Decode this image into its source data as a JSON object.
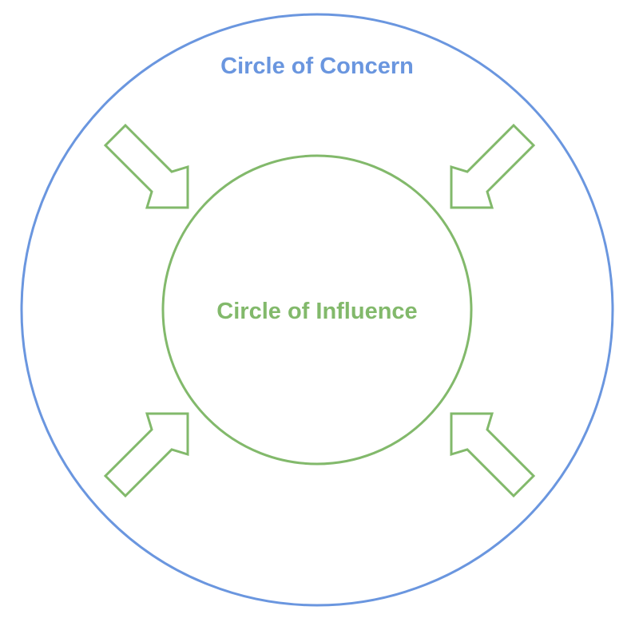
{
  "outer_circle": {
    "label": "Circle of Concern",
    "color": "#6a96df"
  },
  "inner_circle": {
    "label": "Circle of Influence",
    "color": "#82b96b"
  },
  "arrows": [
    {
      "name": "arrow-top-left-icon",
      "points_toward": "center"
    },
    {
      "name": "arrow-top-right-icon",
      "points_toward": "center"
    },
    {
      "name": "arrow-bottom-left-icon",
      "points_toward": "center"
    },
    {
      "name": "arrow-bottom-right-icon",
      "points_toward": "center"
    }
  ]
}
